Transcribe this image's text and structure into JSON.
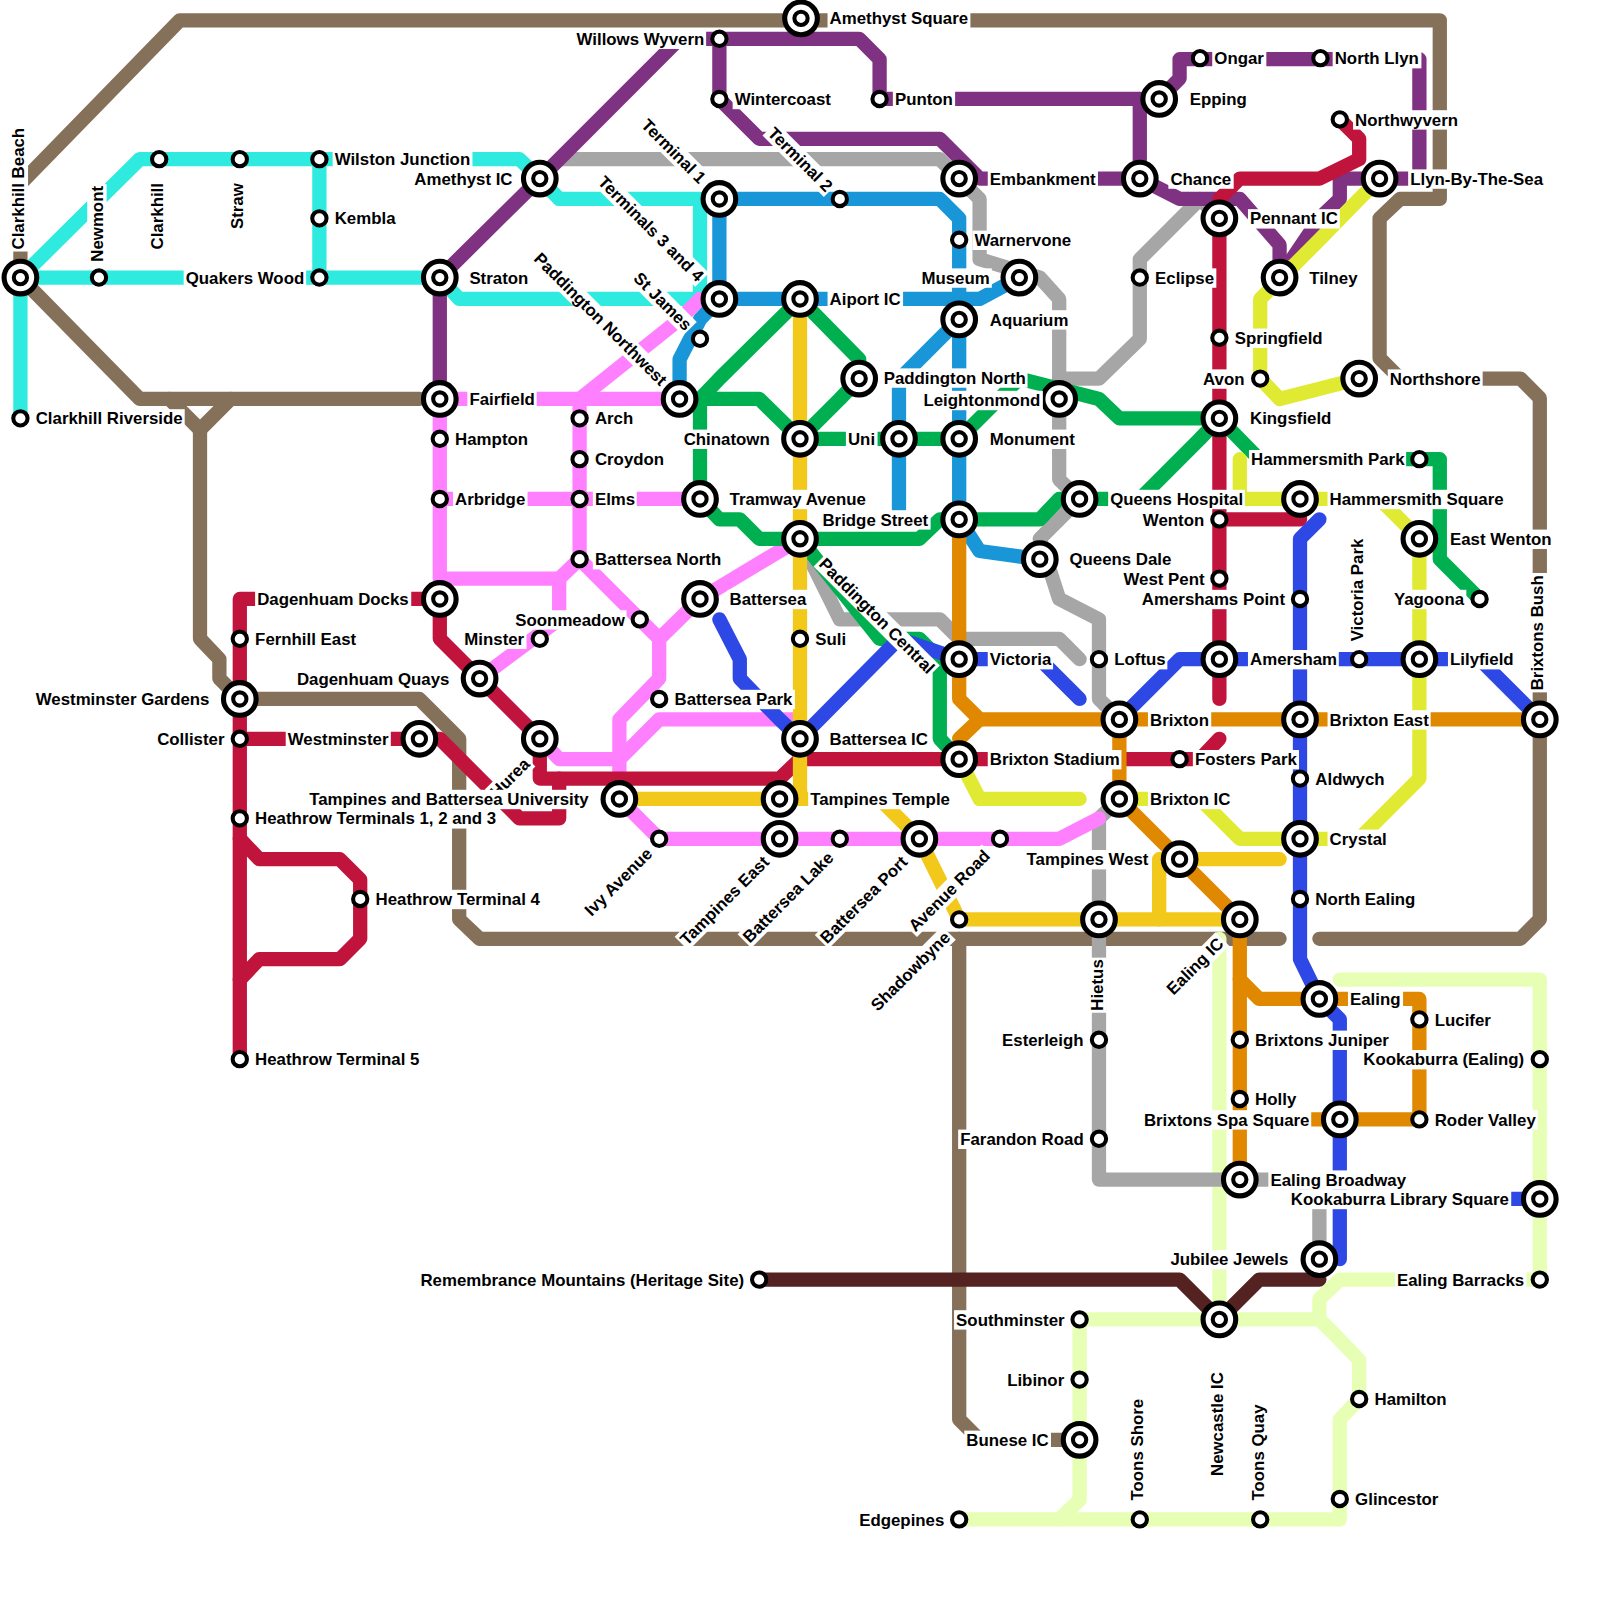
{
  "diagram": {
    "labels": [
      "Amethyst Square",
      "Willows Wyvern",
      "Wintercoast",
      "Punton",
      "Epping",
      "Ongar",
      "North Llyn",
      "Northwyvern",
      "Llyn-By-The-Sea",
      "Embankment",
      "Chance",
      "Terminal 1",
      "Terminal 2",
      "Terminals 3 and 4",
      "St James",
      "Paddington Northwest",
      "Amethyst IC",
      "Straton",
      "Wilston Junction",
      "Kembla",
      "Quakers Wood",
      "Clarkhill Beach",
      "Newmont",
      "Clarkhill",
      "Straw",
      "Clarkhill Riverside",
      "Warnervone",
      "Museum",
      "Aiport IC",
      "Aquarium",
      "Eclipse",
      "Pennant IC",
      "Tilney",
      "Springfield",
      "Avon",
      "Northshore",
      "Kingsfield",
      "Paddington North",
      "Leightonmond",
      "Fairfield",
      "Arch",
      "Hampton",
      "Croydon",
      "Chinatown",
      "Uni",
      "Monument",
      "Hammersmith Park",
      "Arbridge",
      "Elms",
      "Tramway Avenue",
      "Queens Hospital",
      "Hammersmith Square",
      "Bridge Street",
      "Wenton",
      "East Wenton",
      "Battersea North",
      "Queens Dale",
      "West Pent",
      "Dagenhuam Docks",
      "Battersea",
      "Amershams Point",
      "Yagoona",
      "Soonmeadow",
      "Victoria Park",
      "Brixtons Bush",
      "Fernhill East",
      "Minster",
      "Suli",
      "Victoria",
      "Loftus",
      "Amersham",
      "Lilyfield",
      "Dagenhuam Quays",
      "Westminster Gardens",
      "Battersea Park",
      "Paddington Central",
      "Brixton",
      "Brixton East",
      "Collister",
      "Westminster",
      "Hurea",
      "Battersea IC",
      "Brixton Stadium",
      "Fosters Park",
      "Aldwych",
      "Tampines and Battersea University",
      "Tampines Temple",
      "Brixton IC",
      "Heathrow Terminals 1, 2 and 3",
      "Crystal",
      "Tampines West",
      "Ivy Avenue",
      "Tampines East",
      "Battersea Lake",
      "Battersea Port",
      "Avenue Road",
      "Heathrow Terminal 4",
      "North Ealing",
      "Shadowbyne",
      "Hietus",
      "Ealing IC",
      "Ealing",
      "Lucifer",
      "Esterleigh",
      "Brixtons Juniper",
      "Kookaburra (Ealing)",
      "Heathrow Terminal 5",
      "Holly",
      "Brixtons Spa Square",
      "Roder Valley",
      "Farandon Road",
      "Ealing Broadway",
      "Kookaburra Library Square",
      "Jubilee Jewels",
      "Remembrance Mountains (Heritage Site)",
      "Ealing Barracks",
      "Southminster",
      "Newcastle IC",
      "Libinor",
      "Hamilton",
      "Toons Shore",
      "Toons Quay",
      "Bunese IC",
      "Glincestor",
      "Edgepines"
    ]
  }
}
